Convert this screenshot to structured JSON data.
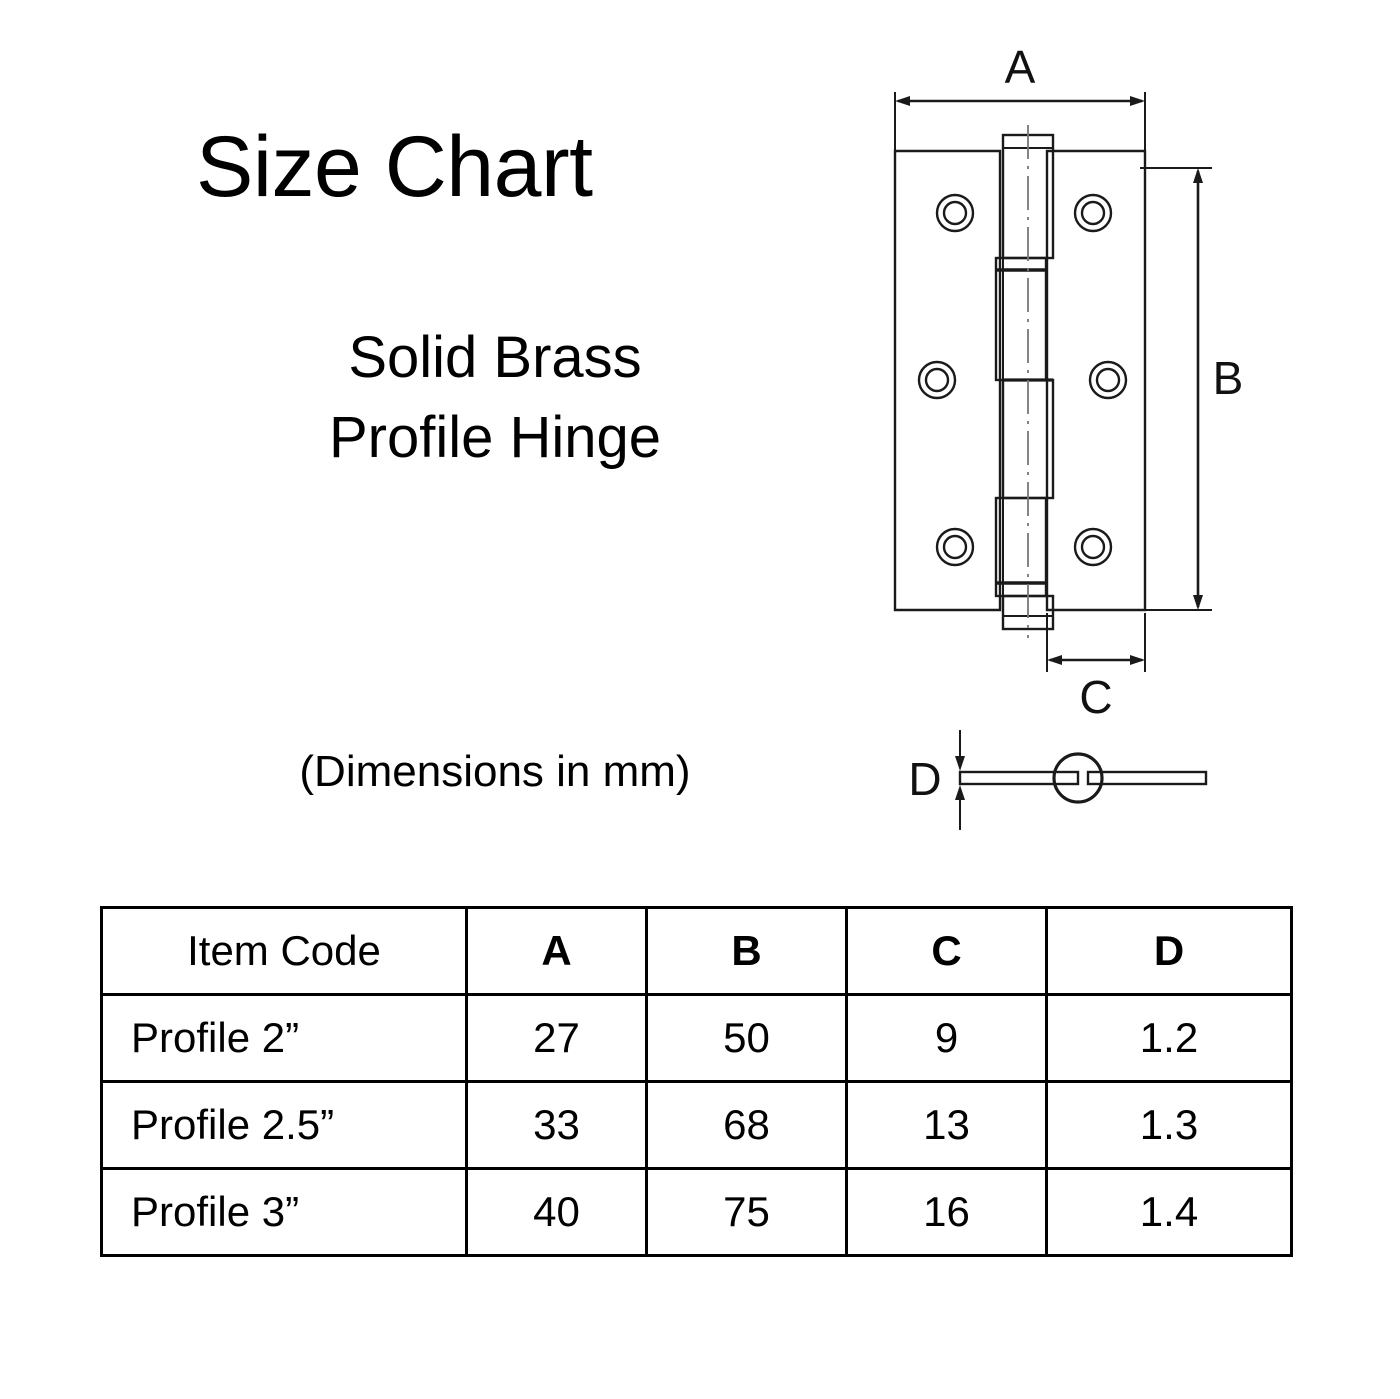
{
  "title": "Size Chart",
  "subtitle_line1": "Solid Brass",
  "subtitle_line2": "Profile Hinge",
  "units_note": "(Dimensions in mm)",
  "drawing": {
    "label_a": "A",
    "label_b": "B",
    "label_c": "C",
    "label_d": "D",
    "view_front_name": "hinge-front-view",
    "view_edge_name": "hinge-edge-view",
    "screw_hole_count": 6,
    "knuckle_segment_count": 5,
    "line_color": "#1a1a1a"
  },
  "table": {
    "headers": [
      "Item Code",
      "A",
      "B",
      "C",
      "D"
    ],
    "rows": [
      {
        "item": "Profile 2”",
        "a": "27",
        "b": "50",
        "c": "9",
        "d": "1.2"
      },
      {
        "item": "Profile 2.5”",
        "a": "33",
        "b": "68",
        "c": "13",
        "d": "1.3"
      },
      {
        "item": "Profile 3”",
        "a": "40",
        "b": "75",
        "c": "16",
        "d": "1.4"
      }
    ]
  },
  "chart_data": {
    "type": "table",
    "title": "Size Chart",
    "subtitle": "Solid Brass Profile Hinge",
    "units": "mm",
    "categories": [
      "Profile 2”",
      "Profile 2.5”",
      "Profile 3”"
    ],
    "series": [
      {
        "name": "A",
        "values": [
          27,
          33,
          40
        ]
      },
      {
        "name": "B",
        "values": [
          50,
          68,
          75
        ]
      },
      {
        "name": "C",
        "values": [
          9,
          13,
          16
        ]
      },
      {
        "name": "D",
        "values": [
          1.2,
          1.3,
          1.4
        ]
      }
    ],
    "xlabel": "Item Code",
    "ylabel": "Dimension (mm)",
    "grid": true,
    "legend": "none"
  }
}
